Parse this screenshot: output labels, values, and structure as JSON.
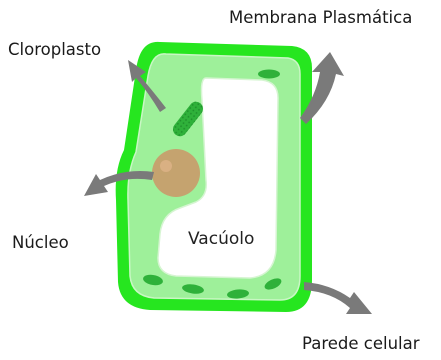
{
  "diagram": {
    "labels": {
      "membrana": "Membrana Plasmática",
      "cloroplasto": "Cloroplasto",
      "nucleo": "Núcleo",
      "vacuolo": "Vacúolo",
      "parede": "Parede celular"
    },
    "colors": {
      "cell_wall": "#26e61f",
      "cytoplasm": "#9ef09a",
      "vacuole": "#ffffff",
      "chloroplast": "#2fb13a",
      "nucleus": "#c99a6a",
      "arrow": "#7a7a7a"
    }
  }
}
